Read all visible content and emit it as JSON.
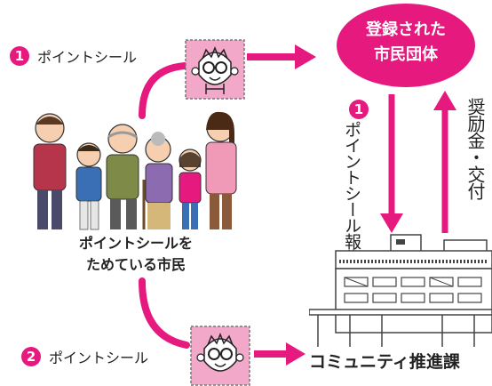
{
  "flow": {
    "step1": {
      "number": "1",
      "label": "ポイントシール"
    },
    "step2": {
      "number": "2",
      "label": "ポイントシール"
    },
    "report": {
      "number": "1",
      "text": "ポイントシール報告"
    },
    "grant": {
      "text": "奨励金・交付"
    }
  },
  "nodes": {
    "organization": {
      "line1": "登録された",
      "line2": "市民団体"
    },
    "citizens": {
      "line1": "ポイントシールを",
      "line2": "ためている市民"
    },
    "bureau": {
      "label": "コミュニティ推進課"
    }
  },
  "colors": {
    "accent": "#e6197e",
    "sticker_bg": "#f2a9c9",
    "building": "#444444"
  },
  "icons": {
    "sticker": "point-sticker-icon",
    "building": "city-hall-building-icon",
    "people": "citizens-group-illustration"
  }
}
